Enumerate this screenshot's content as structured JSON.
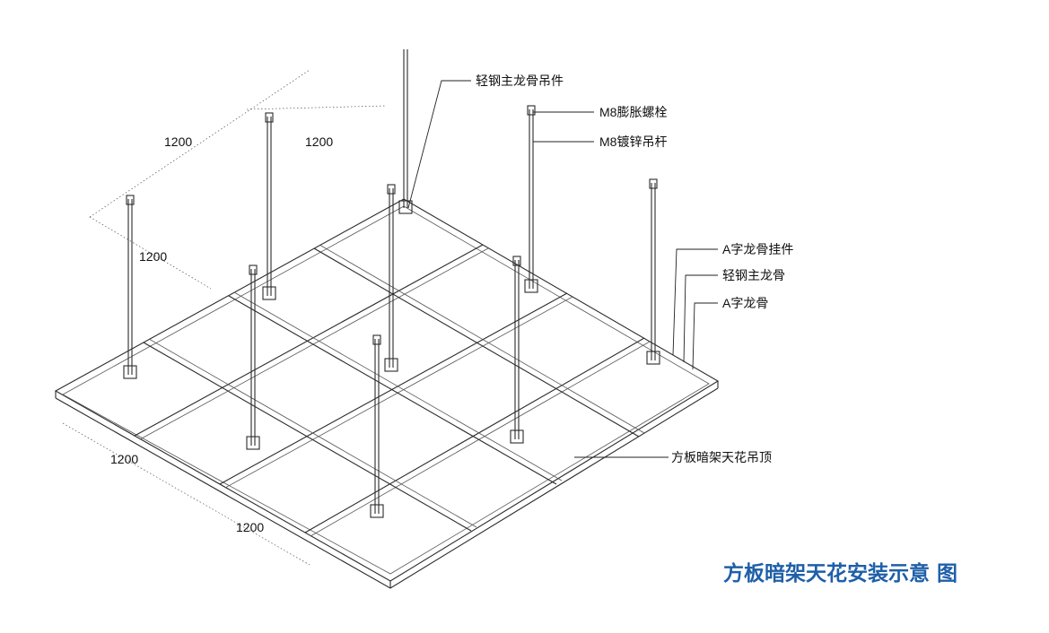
{
  "labels": {
    "main_runner_hanger": "轻钢主龙骨吊件",
    "m8_expansion_bolt": "M8膨胀螺栓",
    "m8_galvanized_rod": "M8镀锌吊杆",
    "a_runner_clip": "A字龙骨挂件",
    "main_runner": "轻钢主龙骨",
    "a_runner": "A字龙骨",
    "ceiling_panel": "方板暗架天花吊顶"
  },
  "dimensions": {
    "top_left": "1200",
    "top_right": "1200",
    "left": "1200",
    "bottom_left": "1200",
    "bottom_right": "1200"
  },
  "title": "方板暗架天花安装示意 图",
  "colors": {
    "title": "#1f5fa8",
    "line": "#2b2b2b"
  }
}
